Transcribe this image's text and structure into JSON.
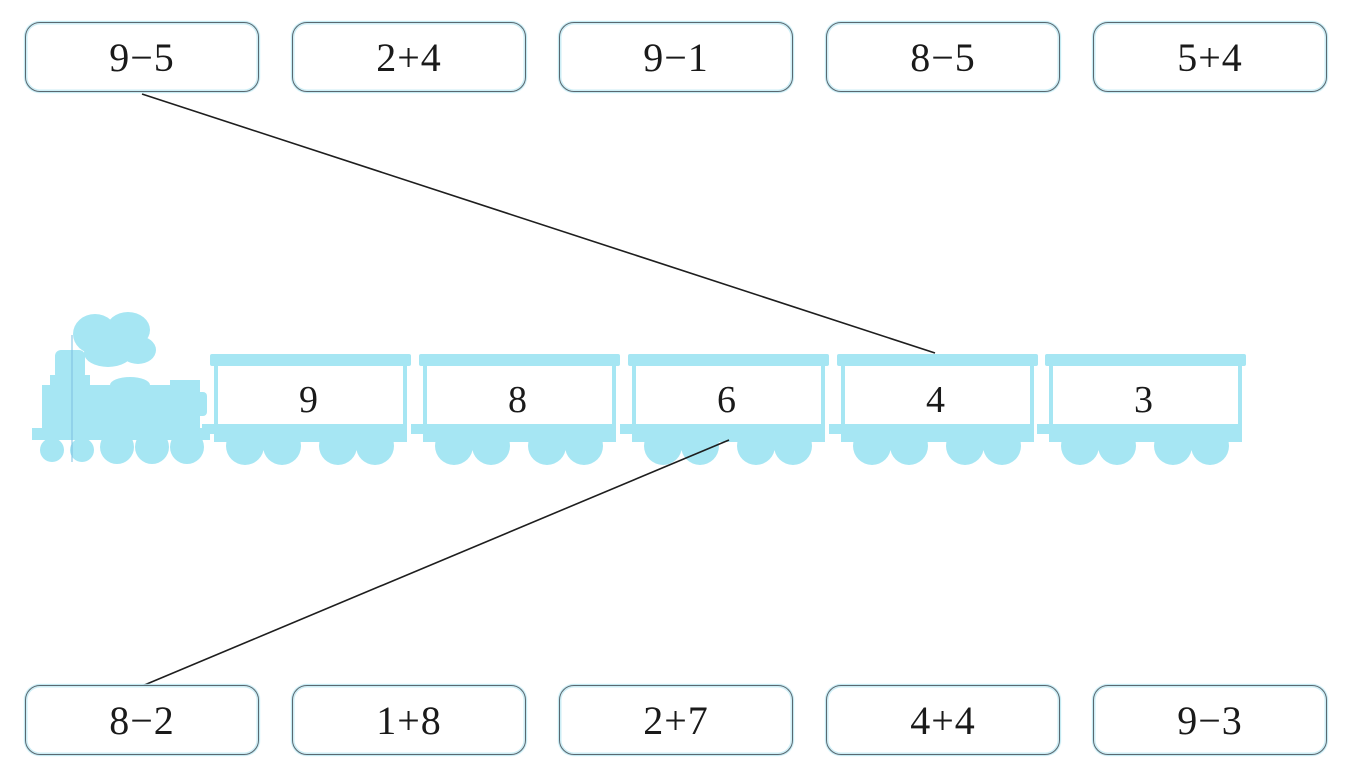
{
  "exercise": {
    "type": "matching",
    "top_expressions": [
      "9−5",
      "2+4",
      "9−1",
      "8−5",
      "5+4"
    ],
    "bottom_expressions": [
      "8−2",
      "1+8",
      "2+7",
      "4+4",
      "9−3"
    ],
    "train": {
      "locomotive_icon": "steam-locomotive-icon",
      "wagon_numbers": [
        "9",
        "8",
        "6",
        "4",
        "3"
      ],
      "color": "#a6e6f3"
    },
    "drawn_connections": [
      {
        "from_row": "top",
        "from_index": 0,
        "expression": "9−5",
        "to_wagon_index": 3,
        "wagon_number": "4"
      },
      {
        "from_row": "bottom",
        "from_index": 0,
        "expression": "8−2",
        "to_wagon_index": 2,
        "wagon_number": "6"
      }
    ]
  }
}
